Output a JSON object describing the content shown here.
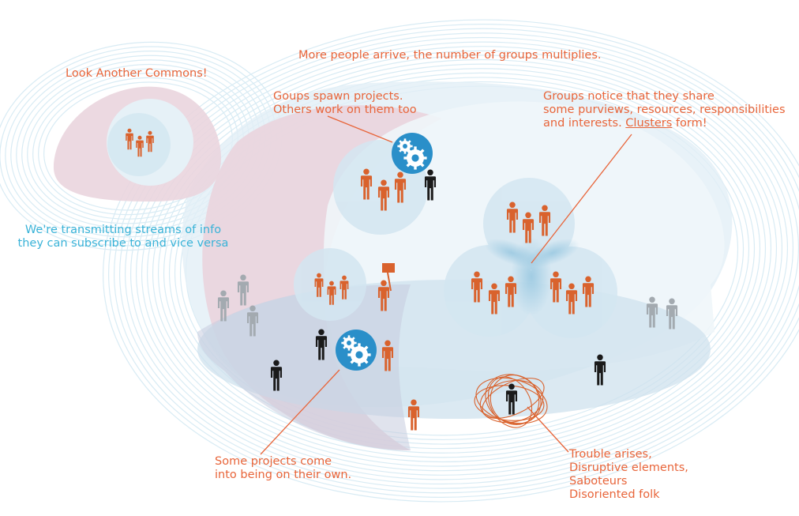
{
  "colors": {
    "orange": "#e8653a",
    "person_orange": "#d9622d",
    "person_black": "#1a1a1a",
    "person_gray": "#a3aab0",
    "cyan_text": "#3ab3d8",
    "gear_blue": "#2a8fc9",
    "ring_blue": "#c9e2ef",
    "pink": "#e9c8d3"
  },
  "labels": {
    "top": "More people arrive, the number of groups multiplies.",
    "look": "Look Another Commons!",
    "groups": [
      "Goups spawn projects.",
      "Others work on them too"
    ],
    "clusters_a": "Groups notice that they share",
    "clusters_b": "some purviews, resources, responsibilities",
    "clusters_c_pre": "and interests. ",
    "clusters_c_link": "Clusters",
    "clusters_c_post": " form!",
    "transmit": [
      "We're transmitting streams of info",
      "they can subscribe to and vice versa"
    ],
    "projects": [
      "Some projects come",
      "into being on their own."
    ],
    "trouble": [
      "Trouble arises,",
      "Disruptive elements,",
      "Saboteurs",
      "Disoriented folk"
    ]
  },
  "icons": {
    "gear": "gears-icon",
    "sign": "protest-sign-icon",
    "person": "person-icon",
    "scribble": "scribble-icon"
  }
}
